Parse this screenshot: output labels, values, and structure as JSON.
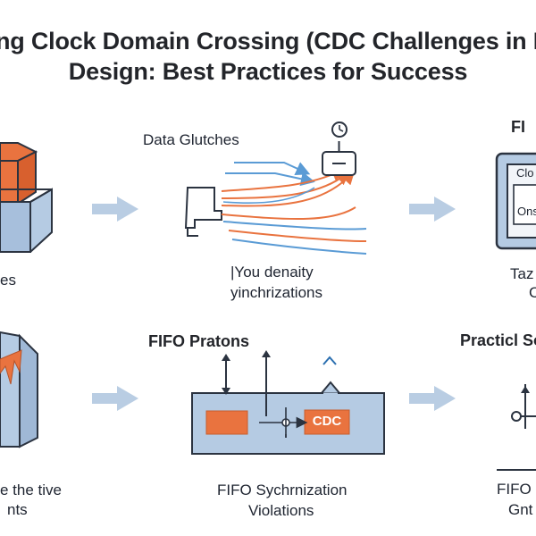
{
  "title": {
    "line1": "ng Clock Domain Crossing (CDC Challenges in F",
    "line2": "Design: Best Practices for Success"
  },
  "panels": {
    "top_left": {
      "caption": "es"
    },
    "top_middle": {
      "heading": "Data Glutches",
      "caption_line1": "|You denaity",
      "caption_line2": "yinchrizations"
    },
    "top_right": {
      "heading": "FI",
      "box_label1": "Clo",
      "box_label2": "Ons",
      "caption_line1": "Taz",
      "caption_line2": "C"
    },
    "bottom_left": {
      "caption_line1": "e the tive",
      "caption_line2": "nts"
    },
    "bottom_middle": {
      "heading": "FIFO Pratons",
      "cdc_label": "CDC",
      "caption_line1": "FIFO Sychrnization",
      "caption_line2": "Violations"
    },
    "bottom_right": {
      "heading": "Practicl So",
      "caption_line1": "FIFO I",
      "caption_line2": "Gnt"
    }
  },
  "colors": {
    "arrow": "#b9cde3",
    "orange": "#e9733f",
    "blue_fill": "#b5cbe3",
    "outline": "#2b3340"
  }
}
